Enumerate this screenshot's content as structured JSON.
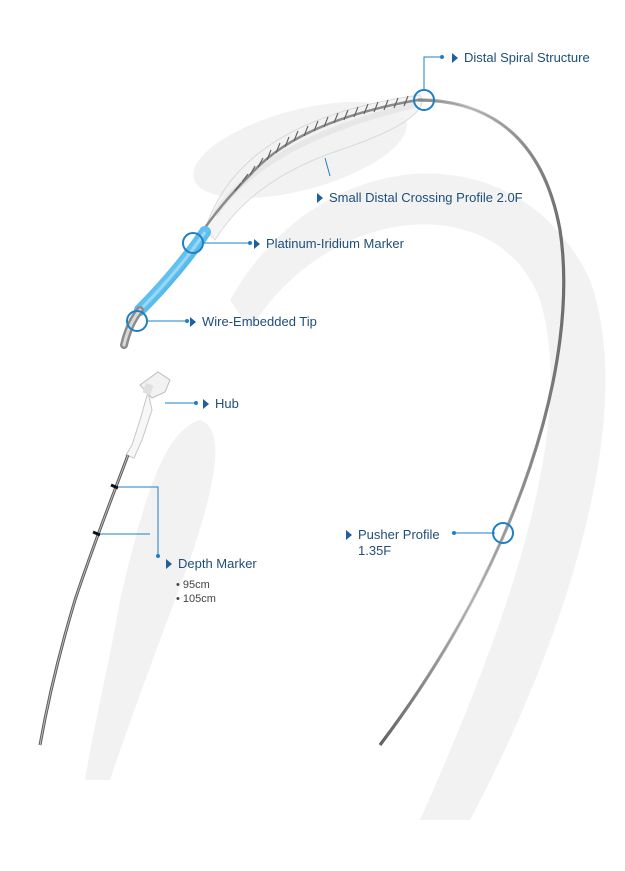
{
  "colors": {
    "accent": "#1f7fc4",
    "label": "#1f4e79",
    "marker_blue": "#2a9ad8",
    "wire": "#9a9a9a"
  },
  "labels": {
    "distal_spiral": "Distal Spiral Structure",
    "crossing_profile": "Small Distal Crossing Profile 2.0F",
    "platinum_marker": "Platinum-Iridium Marker",
    "wire_tip": "Wire-Embedded Tip",
    "hub": "Hub",
    "pusher_profile": "Pusher Profile\n1.35F",
    "depth_marker": "Depth Marker"
  },
  "depth_values": [
    "95cm",
    "105cm"
  ]
}
